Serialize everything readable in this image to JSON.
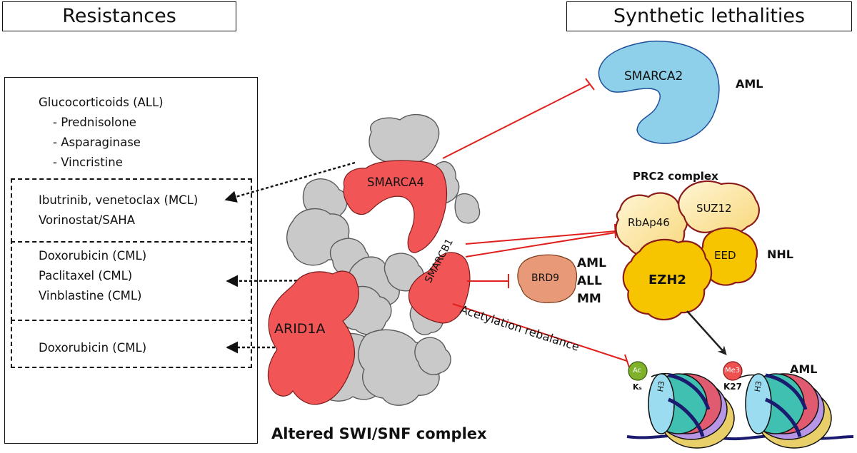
{
  "headers": {
    "resistances": "Resistances",
    "synthetic_lethalities": "Synthetic lethalities"
  },
  "resistance_groups": [
    {
      "items": [
        "Glucocorticoids (ALL)",
        "- Prednisolone",
        "- Asparaginase",
        "- Vincristine"
      ]
    },
    {
      "items": [
        "Ibutrinib, venetoclax (MCL)",
        "Vorinostat/SAHA"
      ]
    },
    {
      "items": [
        "Doxorubicin (CML)",
        "Paclitaxel (CML)",
        "Vinblastine (CML)"
      ]
    },
    {
      "items": [
        "Doxorubicin (CML)"
      ]
    }
  ],
  "complex": {
    "subunits": [
      "SMARCA4",
      "SMARCB1",
      "ARID1A"
    ],
    "caption": "Altered SWI/SNF complex"
  },
  "targets": {
    "smarca2": {
      "name": "SMARCA2",
      "disease": "AML"
    },
    "prc2": {
      "title": "PRC2 complex",
      "subunits": [
        "RbAp46",
        "SUZ12",
        "EED",
        "EZH2"
      ],
      "disease": "NHL"
    },
    "brd9": {
      "name": "BRD9",
      "diseases": [
        "AML",
        "ALL",
        "MM"
      ]
    },
    "chromatin": {
      "edge_label": "Acetylation rebalance",
      "ac_mark": "Ac",
      "ac_site": "Kₛ",
      "me_mark": "Me3",
      "me_site": "K27",
      "histone": "H3",
      "disease": "AML"
    }
  },
  "colors": {
    "red": "#f15555",
    "gray": "#c8c8c8",
    "blue": "#8ed0ea",
    "yellow": "#f7c400",
    "brd9": "#e89a78",
    "inhibit_line": "#e0201c"
  }
}
